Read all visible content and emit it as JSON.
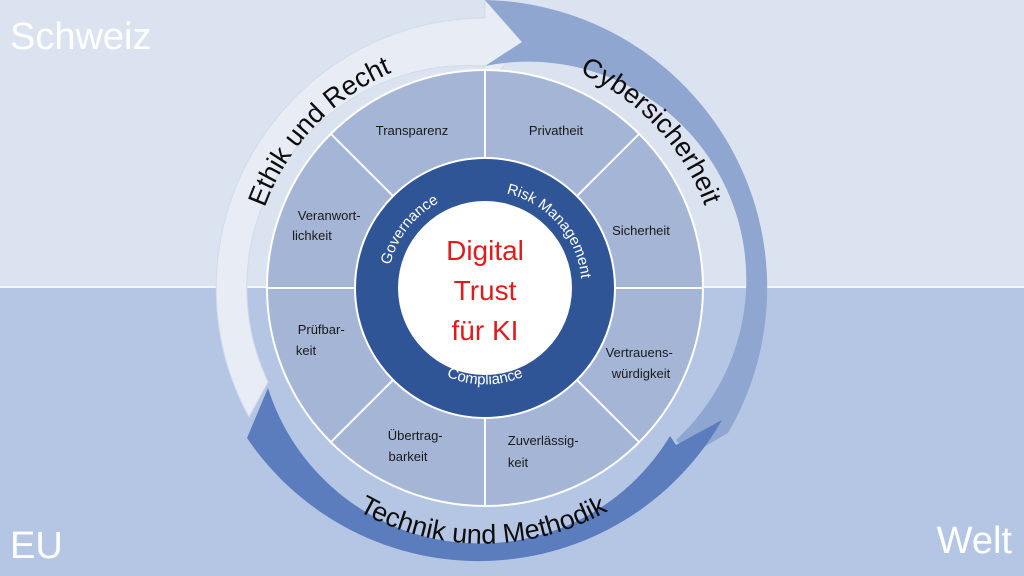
{
  "corners": {
    "top_left": "Schweiz",
    "bottom_left": "EU",
    "bottom_right": "Welt"
  },
  "outer_ring": {
    "left": "Ethik und Recht",
    "right": "Cybersicherheit",
    "bottom": "Technik und Methodik"
  },
  "segments": [
    {
      "lines": [
        "Transparenz"
      ]
    },
    {
      "lines": [
        "Privatheit"
      ]
    },
    {
      "lines": [
        "Sicherheit"
      ]
    },
    {
      "lines": [
        "Vertrauens-",
        "würdigkeit"
      ]
    },
    {
      "lines": [
        "Zuverlässig-",
        "keit"
      ]
    },
    {
      "lines": [
        "Übertrag-",
        "barkeit"
      ]
    },
    {
      "lines": [
        "Prüfbar-",
        "keit"
      ]
    },
    {
      "lines": [
        "Veranwort-",
        "lichkeit"
      ]
    }
  ],
  "inner_ring": {
    "governance": "Governance",
    "risk_management": "Risk Management",
    "compliance": "Compliance"
  },
  "center": {
    "line1": "Digital",
    "line2": "Trust",
    "line3": "für KI"
  },
  "colors": {
    "center_text": "#e11b1b",
    "inner_ring": "#2f5597",
    "segments": "#a4b5d6",
    "arrow_left": "#e7ecf5",
    "arrow_right": "#8ea6d0",
    "arrow_bottom": "#5b7dbd"
  }
}
